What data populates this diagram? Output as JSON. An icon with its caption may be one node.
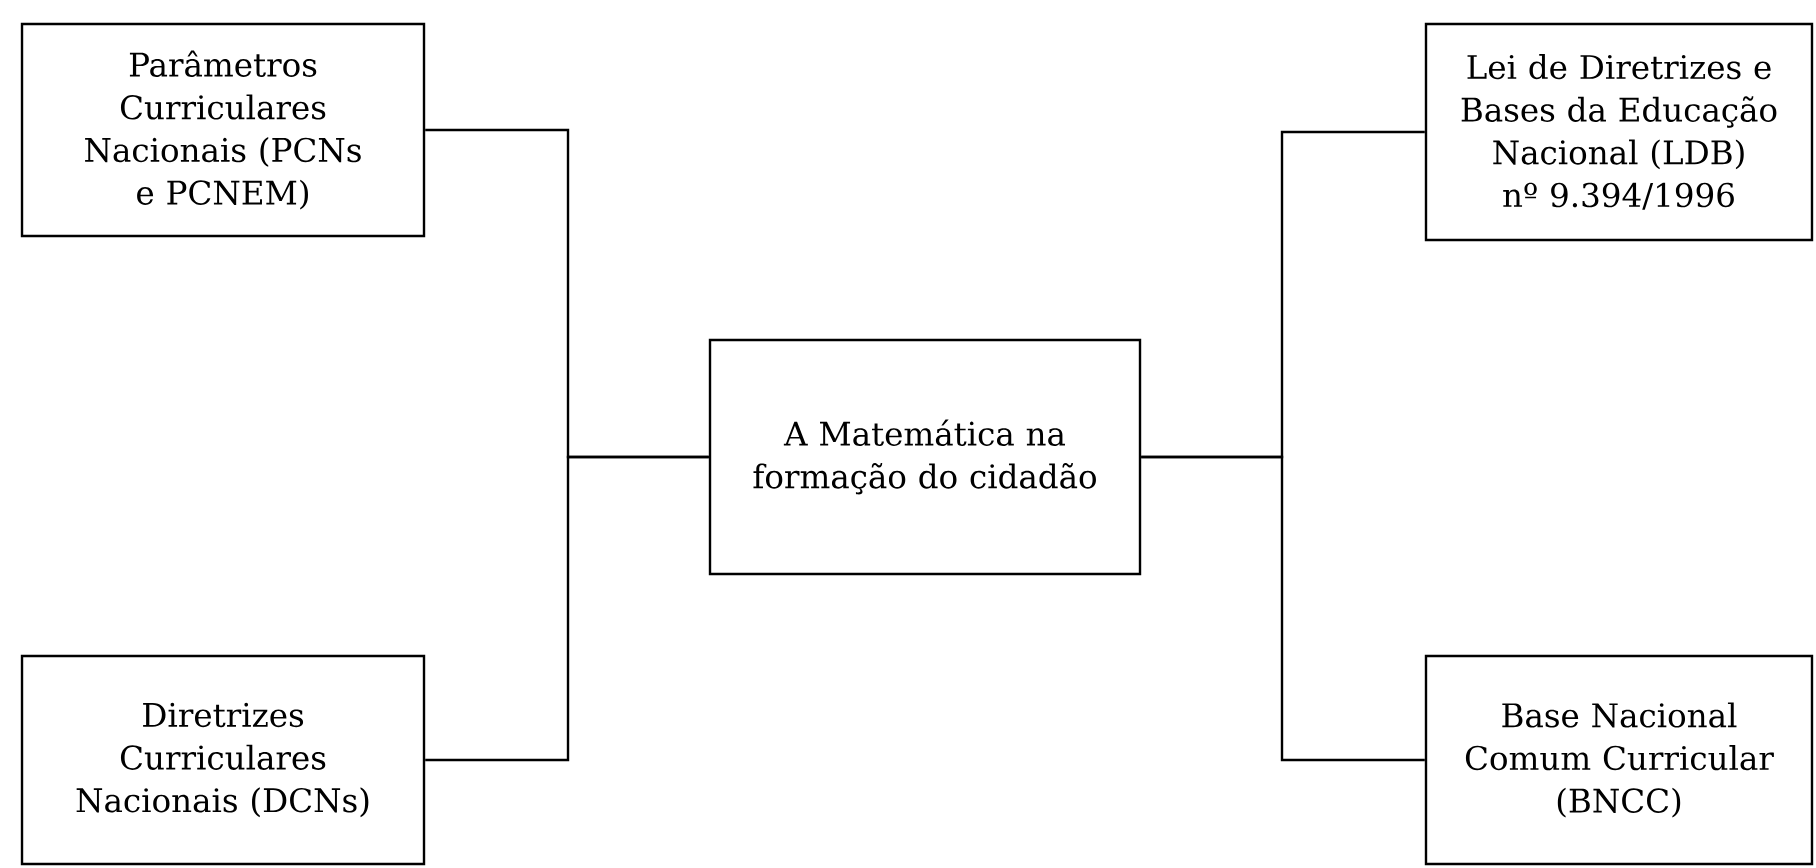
{
  "diagram": {
    "nodes": [
      {
        "text": [
          "Parâmetros Curriculares Nacionais (PCNs e PCNEM)"
        ]
      },
      {
        "text": [
          "Lei de Diretrizes e Bases da Educação Nacional (LDB) nº 9.394/1996"
        ]
      },
      {
        "text": [
          "A Matemática na formação do cidadão"
        ]
      },
      {
        "text": [
          "Diretrizes Curriculares Nacionais (DCNs)"
        ]
      },
      {
        "text": [
          "Base Nacional Comum Curricular (BNCC)"
        ]
      }
    ],
    "edges": [
      {
        "from": 2,
        "to": 0,
        "arrow": "none"
      },
      {
        "from": 2,
        "to": 1,
        "arrow": "none"
      },
      {
        "from": 2,
        "to": 3,
        "arrow": "none"
      },
      {
        "from": 2,
        "to": 4,
        "arrow": "none"
      }
    ]
  }
}
